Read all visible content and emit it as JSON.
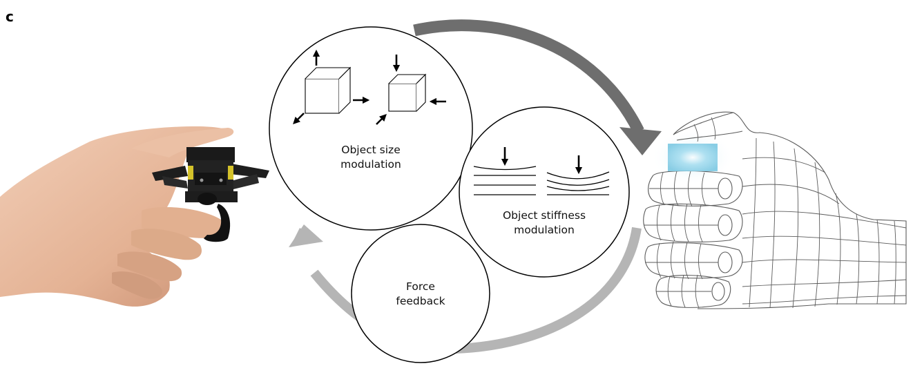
{
  "figure": {
    "panel_label": "c",
    "circles": {
      "size": {
        "line1": "Object size",
        "line2": "modulation"
      },
      "stiffness": {
        "line1": "Object stiffness",
        "line2": "modulation"
      },
      "force": {
        "line1": "Force",
        "line2": "feedback"
      }
    },
    "images": {
      "left": "photo of hand wearing ring-type haptic device",
      "right": "wireframe hand gripping virtual object"
    },
    "colors": {
      "arrow_dark": "#6e6e6e",
      "arrow_light": "#b5b5b5",
      "virtual_object": "#8fd3ea",
      "wireframe": "#5a5a5a",
      "skin": "#e6b89c",
      "device": "#1e1e1e",
      "device_accent": "#d4c22a"
    }
  }
}
